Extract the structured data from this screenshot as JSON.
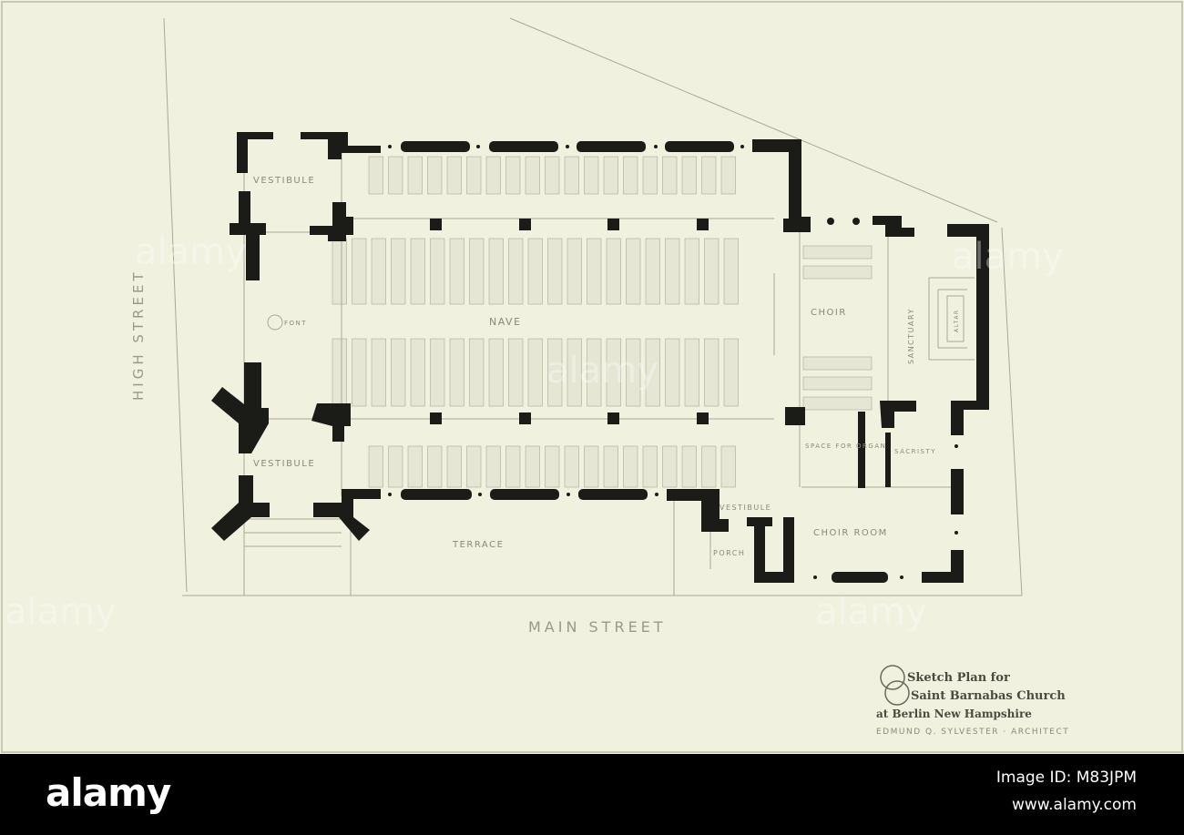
{
  "plan": {
    "colors": {
      "wall": "#1b1b18",
      "line": "#a9a996",
      "paper": "#f1f1df",
      "pew": "#e6e6d4"
    },
    "rooms": {
      "vestibule_north": "VESTIBULE",
      "vestibule_south": "VESTIBULE",
      "font": "FONT",
      "nave": "NAVE",
      "choir": "CHOIR",
      "sanctuary": "SANCTUARY",
      "altar": "ALTAR",
      "organ_space": "SPACE FOR ORGAN",
      "sacristy": "SACRISTY",
      "vestibule_east": "VESTIBULE",
      "choir_room": "CHOIR ROOM",
      "porch": "PORCH",
      "terrace": "TERRACE"
    },
    "streets": {
      "left": "HIGH STREET",
      "bottom": "MAIN STREET"
    },
    "title": {
      "line1": "Sketch Plan for",
      "line2": "Saint Barnabas Church",
      "line3": "at Berlin New Hampshire",
      "credit": "EDMUND Q. SYLVESTER · ARCHITECT"
    }
  },
  "watermark": {
    "text": "alamy"
  },
  "footer": {
    "brand": "alamy",
    "image_id": "Image ID: M83JPM",
    "site": "www.alamy.com"
  }
}
